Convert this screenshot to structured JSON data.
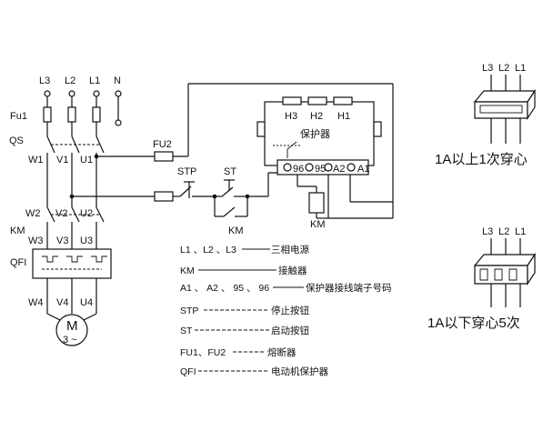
{
  "left_circuit": {
    "phase_labels": [
      "L3",
      "L2",
      "L1",
      "N"
    ],
    "fuse_label": "Fu1",
    "switch_label": "QS",
    "row1_labels": [
      "W1",
      "V1",
      "U1"
    ],
    "row2_labels": [
      "W2",
      "V2",
      "U2"
    ],
    "contactor_label": "KM",
    "row3_labels": [
      "W3",
      "V3",
      "U3"
    ],
    "breaker_label": "QFI",
    "row4_labels": [
      "W4",
      "V4",
      "U4"
    ],
    "motor_label": "M",
    "motor_phase": "3 ~"
  },
  "control": {
    "fu2_label": "FU2",
    "stp_label": "STP",
    "st_label": "ST",
    "km_switch_label": "KM",
    "coil_label": "KM"
  },
  "protector": {
    "top_terminals": [
      "H3",
      "H2",
      "H1"
    ],
    "name": "保护器",
    "bottom_terminals": [
      "96",
      "95",
      "A2",
      "A1"
    ]
  },
  "legend": [
    {
      "key": "L1 、L2 、L3",
      "text": "三相电源"
    },
    {
      "key": "KM",
      "text": "接触器"
    },
    {
      "key": "A1 、 A2 、 95 、 96",
      "text": "保护器接线端子号码"
    },
    {
      "key": "STP",
      "text": "停止按钮"
    },
    {
      "key": "ST",
      "text": "启动按钮"
    },
    {
      "key": "FU1、FU2",
      "text": "熔断器"
    },
    {
      "key": "QFI",
      "text": "电动机保护器"
    }
  ],
  "ct_above": {
    "labels": [
      "L3",
      "L2",
      "L1"
    ],
    "caption": "1A以上1次穿心"
  },
  "ct_below": {
    "labels": [
      "L3",
      "L2",
      "L1"
    ],
    "caption": "1A以下穿心5次"
  }
}
